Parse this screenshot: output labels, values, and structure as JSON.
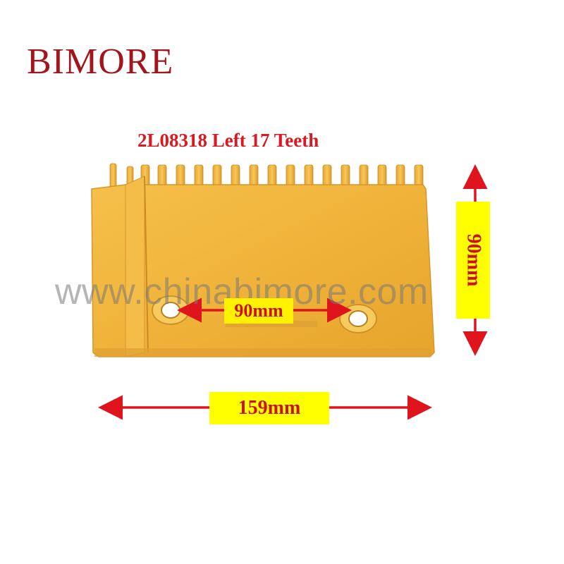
{
  "brand": {
    "name": "BIMORE",
    "color": "#a3151d"
  },
  "product": {
    "title": "2L08318 Left 17 Teeth",
    "part_color": "#f0b33a"
  },
  "watermark": "www.chinabimore.com",
  "dimensions": {
    "width_label": "159mm",
    "hole_spacing_label": "90mm",
    "height_label": "90mm"
  },
  "colors": {
    "arrow": "#e0141c",
    "label_bg": "#ffff00",
    "label_text": "#c9121b"
  }
}
